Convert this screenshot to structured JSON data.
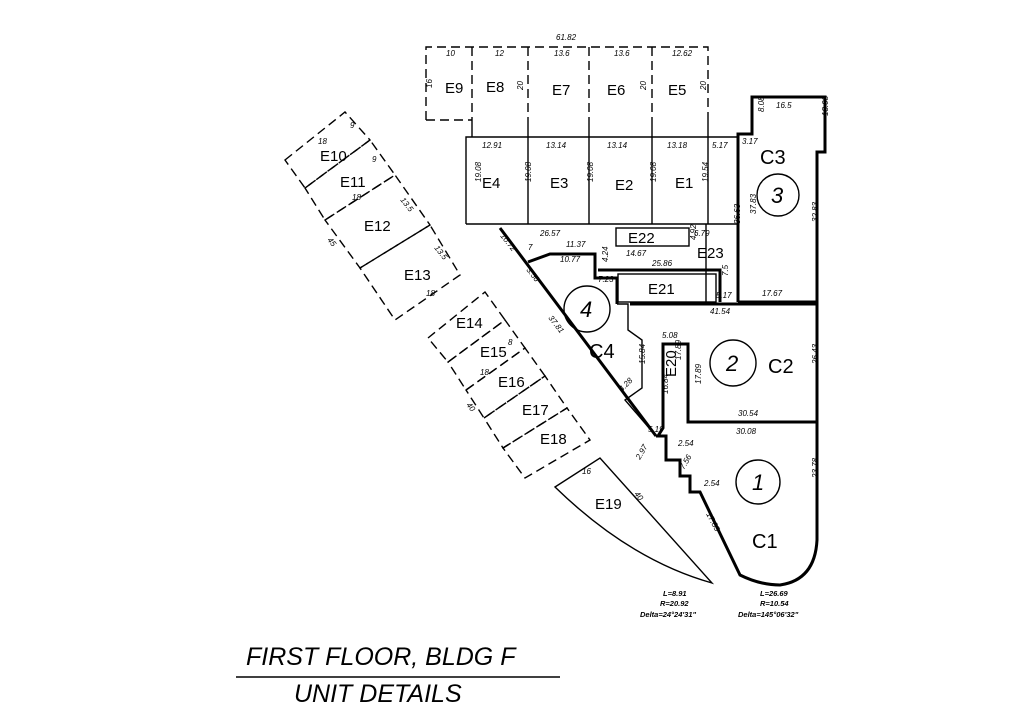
{
  "title": {
    "line1": "FIRST FLOOR, BLDG F",
    "line2": "UNIT DETAILS"
  },
  "units": {
    "E1": "E1",
    "E2": "E2",
    "E3": "E3",
    "E4": "E4",
    "E5": "E5",
    "E6": "E6",
    "E7": "E7",
    "E8": "E8",
    "E9": "E9",
    "E10": "E10",
    "E11": "E11",
    "E12": "E12",
    "E13": "E13",
    "E14": "E14",
    "E15": "E15",
    "E16": "E16",
    "E17": "E17",
    "E18": "E18",
    "E19": "E19",
    "E20": "E20",
    "E21": "E21",
    "E22": "E22",
    "E23": "E23",
    "C1": "C1",
    "C2": "C2",
    "C3": "C3",
    "C4": "C4"
  },
  "numbers": {
    "n1": "1",
    "n2": "2",
    "n3": "3",
    "n4": "4"
  },
  "dimensions": {
    "top_total": "61.82",
    "e9_w": "10",
    "e8_w": "12",
    "e7_w": "13.6",
    "e6_w": "13.6",
    "e5_w": "12.62",
    "e9_d": "16",
    "e8_d": "20",
    "e6_d": "20",
    "e5_d": "20",
    "e4_w": "12.91",
    "e3_w": "13.14",
    "e2_w": "13.14",
    "e1_w": "13.18",
    "e1_side": "5.17",
    "e4_d": "19.08",
    "e3_d": "19.08",
    "e2_d": "19.08",
    "e1_d": "19.08",
    "e1_d2": "19.54",
    "c3_top": "16.5",
    "c3_left": "8.08",
    "c3_right": "13.08",
    "c3_step": "3.17",
    "c3_inner": "37.83",
    "c3_east": "32.83",
    "c3_south": "17.67",
    "row_a": "26.57",
    "e22_w": "14.67",
    "e22_r": "6.79",
    "e22_h": "4.92",
    "e23_v": "36.63",
    "e23_h": "7.5",
    "e21_w": "25.86",
    "e21_s": "5.17",
    "c2_top": "41.54",
    "c4_a": "10.72",
    "c4_b": "11.37",
    "c4_c": "10.77",
    "c4_d": "4.24",
    "c4_e": "7.23",
    "c4_f": "3.56",
    "c4_g": "7",
    "c4_diag": "37.81",
    "c4_h": "15.84",
    "c4_i": "4.28",
    "e20_top": "5.08",
    "e20_l": "16.84",
    "e20_r": "17.89",
    "e20_rr": "17.89",
    "e20_b": "5.19",
    "c2_bottom": "30.54",
    "c2_east": "26.43",
    "c1_top": "30.08",
    "c1_east": "23.78",
    "c1_a": "2.54",
    "c1_b": "7.56",
    "c1_c": "2.54",
    "c1_d": "2.97",
    "c1_diag": "17.85",
    "e10_a": "18",
    "e10_b": "9",
    "e11_a": "9",
    "e11_b": "18",
    "e12_a": "13.5",
    "e12_side": "45",
    "e13_a": "13.5",
    "e13_b": "18",
    "e15_a": "8",
    "e16_a": "18",
    "e17_side": "40",
    "e19_top": "16",
    "e19_side": "40"
  },
  "curves": {
    "left": {
      "l": "L=8.91",
      "r": "R=20.92",
      "delta": "Delta=24°24'31\""
    },
    "right": {
      "l": "L=26.69",
      "r": "R=10.54",
      "delta": "Delta=145°06'32\""
    }
  }
}
